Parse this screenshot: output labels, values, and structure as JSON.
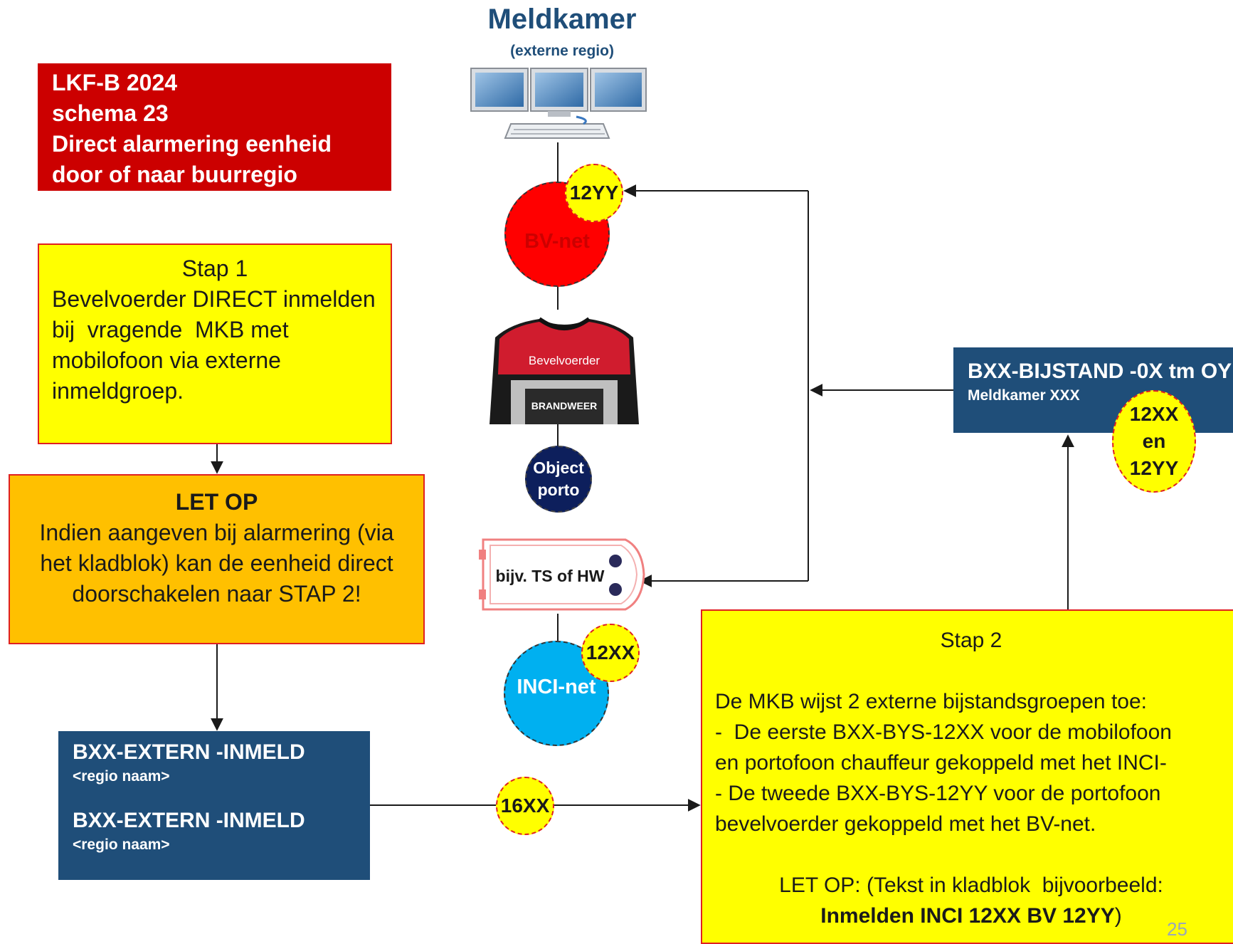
{
  "header": {
    "title": "Meldkamer",
    "subtitle": "(externe regio)"
  },
  "title_box": {
    "line1": "LKF-B 2024",
    "line2": "schema 23",
    "line3": "Direct alarmering eenheid",
    "line4": "door of naar buurregio"
  },
  "stap1": {
    "heading": "Stap 1",
    "line1": "Bevelvoerder DIRECT inmelden",
    "line2": "bij  vragende  MKB met",
    "line3": "mobilofoon via externe",
    "line4": "inmeldgroep."
  },
  "letop": {
    "heading": "LET OP",
    "line1": "Indien aangeven bij alarmering (via",
    "line2": "het kladblok) kan de eenheid direct",
    "line3": "doorschakelen naar STAP 2!"
  },
  "extern_box": {
    "group1": "BXX-EXTERN -INMELD",
    "region1": "<regio naam>",
    "group2": "BXX-EXTERN -INMELD",
    "region2": "<regio naam>"
  },
  "bijstand_box": {
    "title": "BXX-BIJSTAND -0X tm OY",
    "subtitle": "Meldkamer XXX"
  },
  "badges": {
    "bv_badge": "12YY",
    "inci_badge": "12XX",
    "group_badge": "16XX",
    "bijstand_line1": "12XX",
    "bijstand_line2": "en",
    "bijstand_line3": "12YY"
  },
  "nodes": {
    "bv_net": "BV-net",
    "inci_net": "INCI-net",
    "object_line1": "Object",
    "object_line2": "porto",
    "vehicle": "bijv. TS of HW",
    "shirt_top": "Bevelvoerder",
    "shirt_bottom": "BRANDWEER"
  },
  "stap2": {
    "heading": "Stap 2",
    "line1": "De MKB wijst 2 externe bijstandsgroepen toe:",
    "line2": "-  De eerste BXX-BYS-12XX voor de mobilofoon",
    "line3": "en portofoon chauffeur gekoppeld met het INCI-",
    "line4": "- De tweede BXX-BYS-12YY voor de portofoon",
    "line5": "bevelvoerder gekoppeld met het BV-net.",
    "note_prefix": "LET OP: (Tekst in kladblok  bijvoorbeeld:",
    "note_bold": "Inmelden INCI 12XX BV 12YY",
    "note_suffix": ")"
  },
  "page_number": "25",
  "colors": {
    "red": "#cc0000",
    "yellow": "#ffff00",
    "orange": "#ffc000",
    "navy": "#1f4e79",
    "bv_net": "#ff0000",
    "inci_net": "#00b0f0",
    "object": "#0d1f5c"
  }
}
